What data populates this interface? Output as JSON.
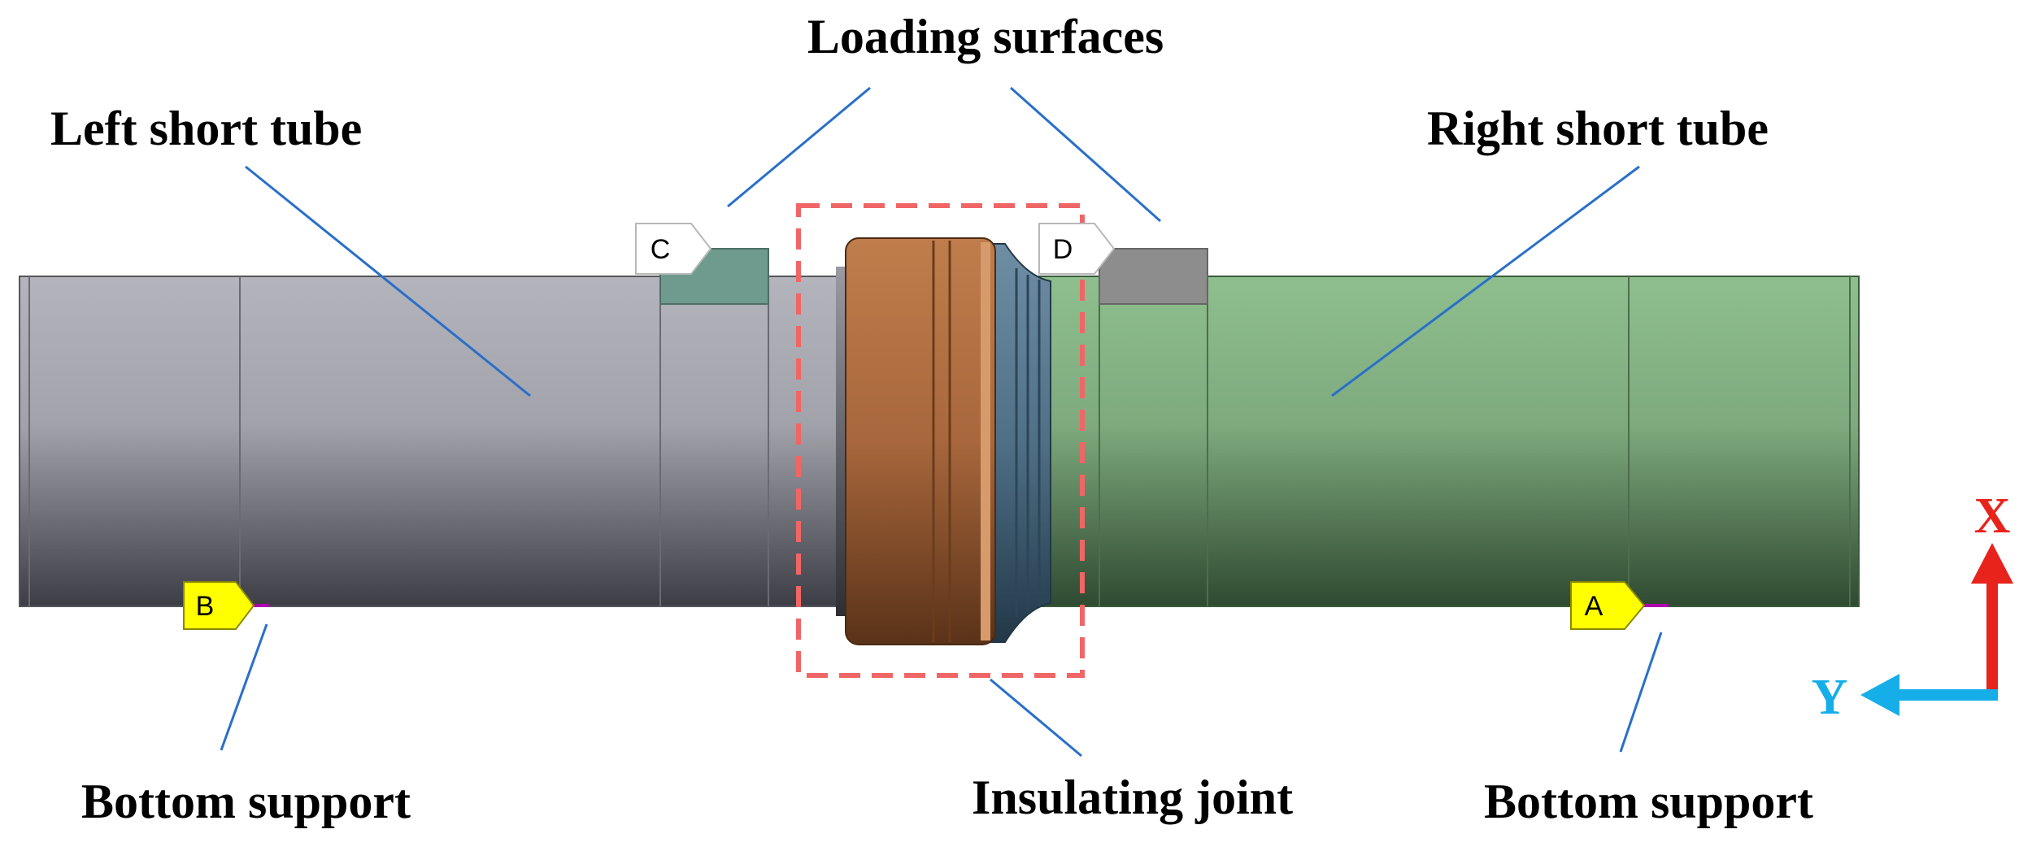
{
  "labels": {
    "loading_surfaces": "Loading surfaces",
    "left_short_tube": "Left short tube",
    "right_short_tube": "Right short tube",
    "bottom_support_left": "Bottom support",
    "bottom_support_right": "Bottom support",
    "insulating_joint": "Insulating joint"
  },
  "markers": {
    "a": "A",
    "b": "B",
    "c": "C",
    "d": "D"
  },
  "axes": {
    "x": "X",
    "y": "Y"
  },
  "colors": {
    "leader_line": "#2a6fc9",
    "dashed_box": "#f06666",
    "axis_x": "#e8231c",
    "axis_y": "#16aee8",
    "marker_yellow": "#ffff00",
    "left_tube": "#9d9da6",
    "right_tube": "#6d9a6c",
    "joint_copper": "#a8673c",
    "joint_blue": "#4f6f86"
  }
}
